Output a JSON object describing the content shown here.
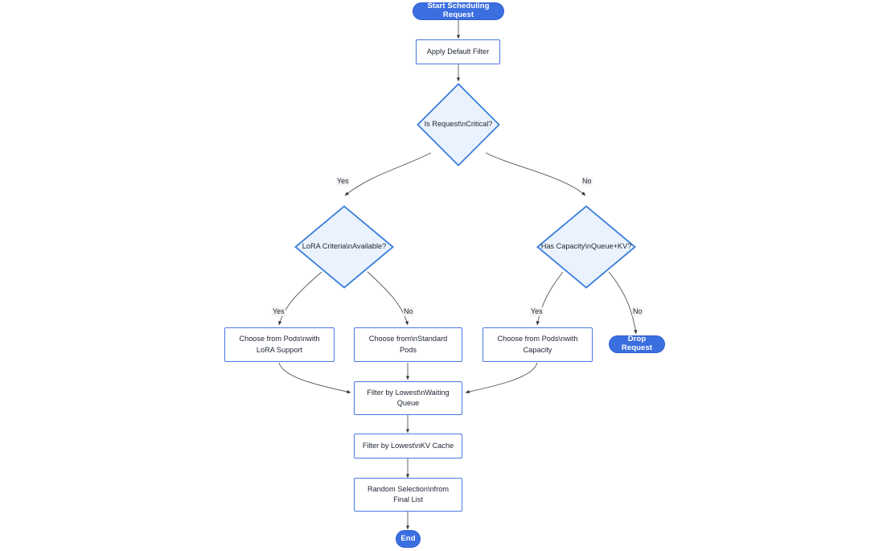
{
  "diagram": {
    "title": "Start Scheduling Request",
    "type": "flowchart",
    "orientation": "top-down",
    "colors": {
      "terminal_fill": "#3b6fe0",
      "terminal_stroke": "#2f5fd0",
      "terminal_text": "#ffffff",
      "process_fill": "#ffffff",
      "process_stroke": "#4a78e8",
      "decision_fill": "#eaf3fd",
      "decision_stroke": "#3b7edb",
      "text": "#1c2430",
      "edge_stroke": "#555555",
      "edge_label_bg": "#f4f4f4",
      "background": "#ffffff"
    },
    "nodes": [
      {
        "id": "start",
        "shape": "terminal",
        "label": "Start Scheduling Request",
        "lines": [
          "Start Scheduling Request"
        ]
      },
      {
        "id": "apply_default_filter",
        "shape": "process",
        "label": "Apply Default Filter",
        "lines": [
          "Apply Default Filter"
        ]
      },
      {
        "id": "is_request_critical",
        "shape": "decision",
        "label": "Is Request\\nCritical?",
        "lines": [
          "Is Request\\nCritical?"
        ]
      },
      {
        "id": "lora_criteria_available",
        "shape": "decision",
        "label": "LoRA Criteria\\nAvailable?",
        "lines": [
          "LoRA Criteria\\nAvailable?"
        ]
      },
      {
        "id": "has_capacity_queue_kv",
        "shape": "decision",
        "label": "Has Capacity\\nQueue+KV?",
        "lines": [
          "Has Capacity\\nQueue+KV?"
        ]
      },
      {
        "id": "choose_pods_lora_support",
        "shape": "process",
        "label": "Choose from Pods\\nwith LoRA Support",
        "lines": [
          "Choose from Pods\\nwith",
          "LoRA Support"
        ]
      },
      {
        "id": "choose_standard_pods",
        "shape": "process",
        "label": "Choose from\\nStandard Pods",
        "lines": [
          "Choose from\\nStandard",
          "Pods"
        ]
      },
      {
        "id": "choose_pods_with_capacity",
        "shape": "process",
        "label": "Choose from Pods\\nwith Capacity",
        "lines": [
          "Choose from Pods\\nwith",
          "Capacity"
        ]
      },
      {
        "id": "drop_request",
        "shape": "terminal",
        "label": "Drop Request",
        "lines": [
          "Drop Request"
        ]
      },
      {
        "id": "filter_lowest_waiting_queue",
        "shape": "process",
        "label": "Filter by Lowest\\nWaiting Queue",
        "lines": [
          "Filter by Lowest\\nWaiting",
          "Queue"
        ]
      },
      {
        "id": "filter_lowest_kv_cache",
        "shape": "process",
        "label": "Filter by Lowest\\nKV Cache",
        "lines": [
          "Filter by Lowest\\nKV Cache"
        ]
      },
      {
        "id": "random_selection_final_list",
        "shape": "process",
        "label": "Random Selection\\nfrom Final List",
        "lines": [
          "Random Selection\\nfrom",
          "Final List"
        ]
      },
      {
        "id": "end",
        "shape": "terminal",
        "label": "End",
        "lines": [
          "End"
        ]
      }
    ],
    "edges": [
      {
        "from": "start",
        "to": "apply_default_filter",
        "label": ""
      },
      {
        "from": "apply_default_filter",
        "to": "is_request_critical",
        "label": ""
      },
      {
        "from": "is_request_critical",
        "to": "lora_criteria_available",
        "label": "Yes"
      },
      {
        "from": "is_request_critical",
        "to": "has_capacity_queue_kv",
        "label": "No"
      },
      {
        "from": "lora_criteria_available",
        "to": "choose_pods_lora_support",
        "label": "Yes"
      },
      {
        "from": "lora_criteria_available",
        "to": "choose_standard_pods",
        "label": "No"
      },
      {
        "from": "has_capacity_queue_kv",
        "to": "choose_pods_with_capacity",
        "label": "Yes"
      },
      {
        "from": "has_capacity_queue_kv",
        "to": "drop_request",
        "label": "No"
      },
      {
        "from": "choose_pods_lora_support",
        "to": "filter_lowest_waiting_queue",
        "label": ""
      },
      {
        "from": "choose_standard_pods",
        "to": "filter_lowest_waiting_queue",
        "label": ""
      },
      {
        "from": "choose_pods_with_capacity",
        "to": "filter_lowest_waiting_queue",
        "label": ""
      },
      {
        "from": "filter_lowest_waiting_queue",
        "to": "filter_lowest_kv_cache",
        "label": ""
      },
      {
        "from": "filter_lowest_kv_cache",
        "to": "random_selection_final_list",
        "label": ""
      },
      {
        "from": "random_selection_final_list",
        "to": "end",
        "label": ""
      }
    ],
    "edge_labels": {
      "critical_yes": "Yes",
      "critical_no": "No",
      "lora_yes": "Yes",
      "lora_no": "No",
      "capacity_yes": "Yes",
      "capacity_no": "No"
    }
  }
}
